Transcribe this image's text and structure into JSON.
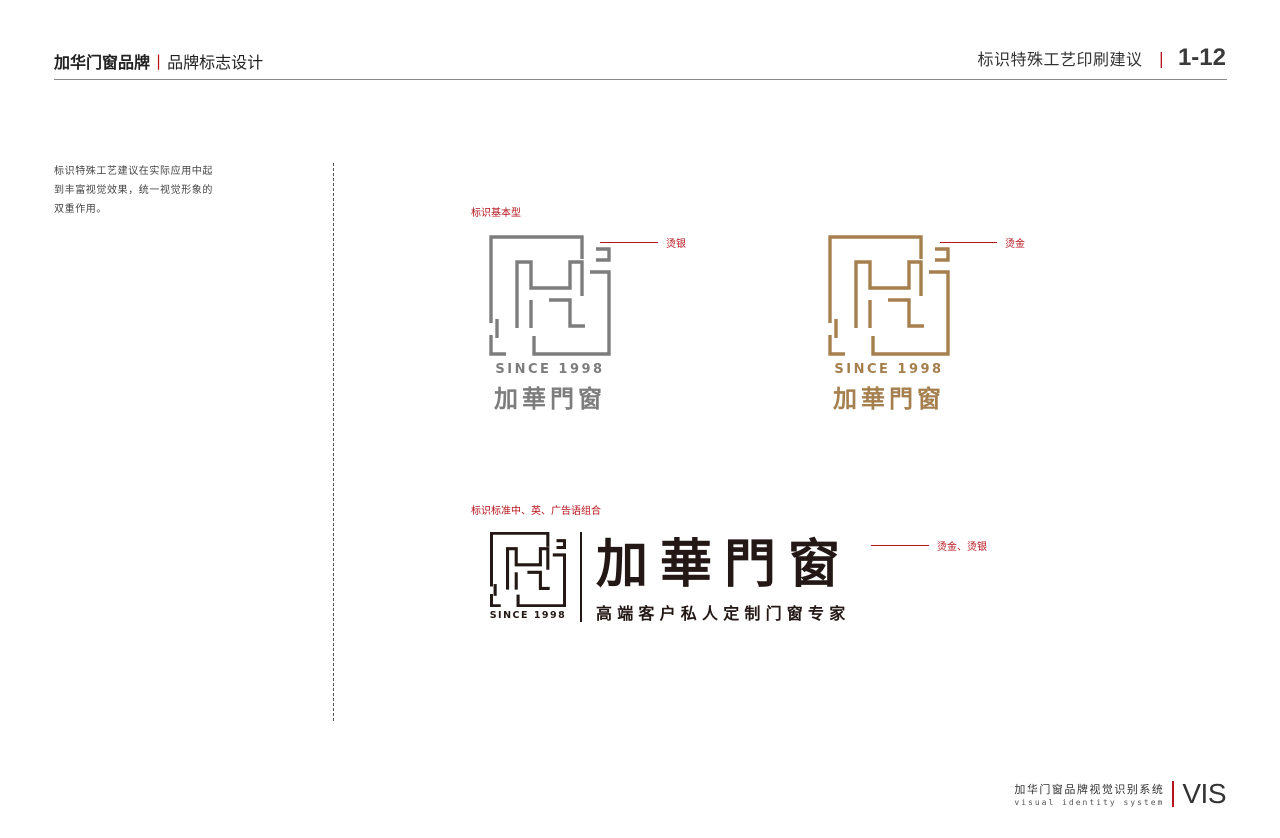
{
  "header": {
    "brand": "加华门窗品牌",
    "section": "品牌标志设计",
    "page_title": "标识特殊工艺印刷建议",
    "page_number": "1-12",
    "separator": "|"
  },
  "intro": {
    "text": "标识特殊工艺建议在实际应用中起到丰富视觉效果，统一视觉形象的双重作用。"
  },
  "basic_logo": {
    "section_label": "标识基本型",
    "variants": [
      {
        "callout": "烫银",
        "since": "SINCE 1998",
        "name": "加華門窗",
        "color": "#7d7d7d"
      },
      {
        "callout": "烫金",
        "since": "SINCE 1998",
        "name": "加華門窗",
        "color": "#a57f4d"
      }
    ]
  },
  "combo_logo": {
    "section_label": "标识标准中、英、广告语组合",
    "callout": "烫金、烫银",
    "since": "SINCE 1998",
    "name": "加華門窗",
    "slogan": "高端客户私人定制门窗专家",
    "color": "#231815"
  },
  "footer": {
    "cn": "加华门窗品牌视觉识别系统",
    "en": "visual identity system",
    "mark": "VIS"
  },
  "colors": {
    "accent_red": "#b5121b",
    "silver": "#7d7d7d",
    "gold": "#a57f4d",
    "black": "#231815"
  }
}
